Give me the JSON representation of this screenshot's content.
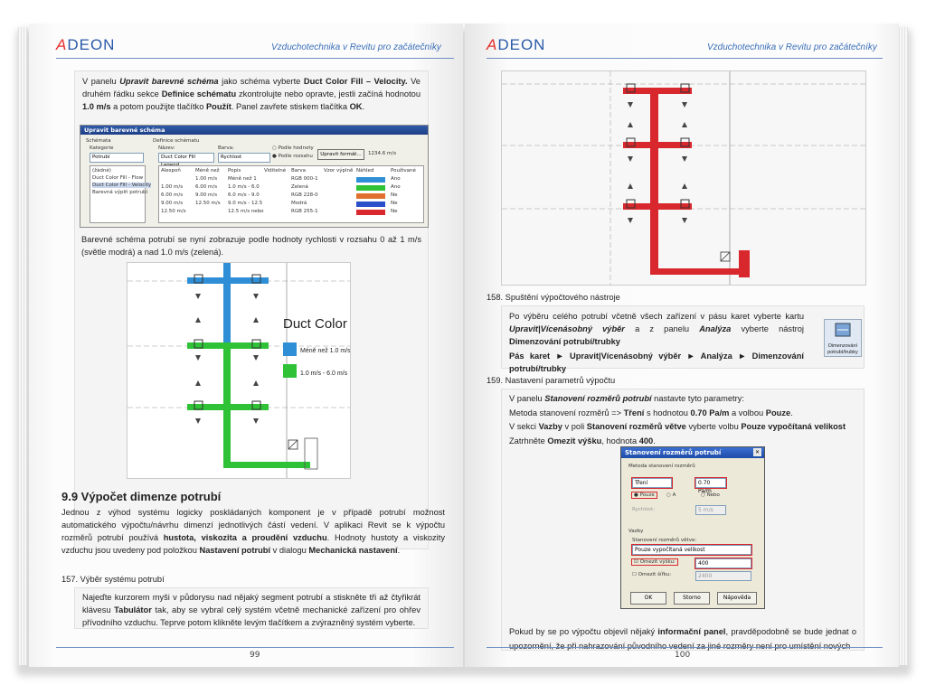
{
  "header": {
    "logo_a": "A",
    "logo_rest": "DEON",
    "running_title": "Vzduchotechnika v Revitu pro začátečníky"
  },
  "left": {
    "intro": {
      "t1": "V panelu ",
      "b1": "Upravit barevné schéma",
      "t2": " jako schéma vyberte ",
      "b2": "Duct Color Fill – Velocity.",
      "t3": " Ve druhém řádku sekce ",
      "b3": "Definice schématu",
      "t4": " zkontrolujte nebo opravte, jestli začíná hodnotou ",
      "b4": "1.0 m/s",
      "t5": " a potom použijte tlačítko ",
      "b5": "Použít",
      "t6": ". Panel zavřete stiskem tlačítka ",
      "b6": "OK",
      "t7": "."
    },
    "scheme_window": {
      "title": "Upravit barevné schéma",
      "schemata": "Schémata",
      "category": "Kategorie",
      "category_value": "Potrubí",
      "list": [
        "(žádné)",
        "Duct Color Fill - Flow",
        "Duct Color Fill - Velocity",
        "Barevná výplň potrubí"
      ],
      "definition": "Definice schématu",
      "name_label": "Název:",
      "name_value": "Duct Color Fill Legend",
      "color_label": "Barva:",
      "color_value": "Rychlost",
      "by_value": "Podle hodnoty",
      "by_range": "Podle rozsahu",
      "edit_format": "Upravit formát...",
      "format_value": "1234.6 m/s",
      "columns": [
        "Alespoň",
        "Méně než",
        "Popis",
        "Viditelné",
        "Barva",
        "Vzor výplně",
        "Náhled",
        "Používané"
      ],
      "rows": [
        [
          "",
          "1.00 m/s",
          "Méně než 1",
          "",
          "RGB 000-1",
          "",
          "",
          "Ano"
        ],
        [
          "1.00 m/s",
          "6.00 m/s",
          "1.0 m/s - 6.0",
          "",
          "Zelená",
          "",
          "",
          "Ano"
        ],
        [
          "6.00 m/s",
          "9.00 m/s",
          "6.0 m/s - 9.0",
          "",
          "RGB 228-0",
          "",
          "",
          "Ne"
        ],
        [
          "9.00 m/s",
          "12.50 m/s",
          "9.0 m/s - 12.5",
          "",
          "Modrá",
          "",
          "",
          "Ne"
        ],
        [
          "12.50 m/s",
          "",
          "12.5 m/s nebo",
          "",
          "RGB 255-1",
          "",
          "",
          "Ne"
        ]
      ]
    },
    "para2": "Barevné schéma potrubí se nyní zobrazuje podle hodnoty rychlosti v rozsahu 0 až 1 m/s (světle modrá) a nad 1.0 m/s (zelená).",
    "legend": {
      "title": "Duct Color",
      "item1": "Méně než 1.0 m/s",
      "item2": "1.0 m/s - 6.0 m/s"
    },
    "section_title": "9.9  Výpočet dimenze potrubí",
    "section_para": {
      "t1": "Jednou z výhod systému logicky poskládaných komponent je v případě potrubí možnost automatického výpočtu/návrhu dimenzí jednotlivých částí vedení. V aplikaci Revit se k výpočtu rozměrů potrubí používá ",
      "b1": "hustota, viskozita a proudění vzduchu",
      "t2": ". Hodnoty hustoty a viskozity vzduchu jsou uvedeny pod položkou ",
      "b2": "Nastavení potrubí",
      "t3": " v dialogu ",
      "b3": "Mechanická nastavení",
      "t4": "."
    },
    "step157": "157.  Výběr systému potrubí",
    "step157_box": {
      "t1": "Najeďte kurzorem myši v půdorysu nad nějaký segment potrubí a stiskněte tři až čtyřikrát klávesu ",
      "b1": "Tabulátor",
      "t2": " tak, aby se vybral celý systém včetně mechanické zařízení pro ohřev přívodního vzduchu. Tepr­ve potom klikněte levým tlačítkem a zvýrazněný systém vyberte."
    },
    "page_number": "99"
  },
  "right": {
    "step158": "158.  Spuštění výpočtového nástroje",
    "step158_box": {
      "t1": "Po výběru celého potrubí včetně všech zařízení v pásu karet vyberte kartu ",
      "b1": "Upravit|Vícenásobný výběr",
      "t2": " a z panelu ",
      "b2": "Analýza",
      "t3": " vyberte nástroj ",
      "b3": "Dimenzování potrubí/trubky",
      "path": "Pás karet ► Upravit|Vícenásobný výběr ► Analýza ► Dimenzování potrubí/trubky",
      "tool_label": "Dimenzování potrubí/trubky"
    },
    "step159": "159.  Nastavení parametrů výpočtu",
    "step159_box": {
      "l1a": "V panelu ",
      "l1b": "Stanovení rozměrů potrubí",
      "l1c": " nastavte tyto parametry:",
      "l2a": "Metoda stanovení rozměrů => ",
      "l2b": "Tření",
      "l2c": " s hodnotou ",
      "l2d": "0.70 Pa/m",
      "l2e": " a volbou ",
      "l2f": "Pouze",
      "l2g": ".",
      "l3a": "V sekci ",
      "l3b": "Vazby",
      "l3c": " v poli ",
      "l3d": "Stanovení rozměrů větve",
      "l3e": " vyberte volbu ",
      "l3f": "Pouze vypočítaná velikost",
      "l4a": "Zatrhněte ",
      "l4b": "Omezit výšku",
      "l4c": ", hodnota ",
      "l4d": "400",
      "l4e": "."
    },
    "dialog": {
      "title": "Stanovení rozměrů potrubí",
      "close": "✕",
      "method_group": "Metoda stanovení rozměrů",
      "method_value": "Tření",
      "method_amount": "0.70 Pa/m",
      "opt_only": "Pouze",
      "opt_and": "A",
      "opt_or": "Nebo",
      "speed_label": "Rychlost:",
      "speed_value": "5 m/s",
      "constraints": "Vazby",
      "branch_label": "Stanovení rozměrů větve:",
      "branch_value": "Pouze vypočítaná velikost",
      "limit_height": "Omezit výšku:",
      "height_value": "400",
      "limit_width": "Omezit šířku:",
      "width_value": "2400",
      "ok": "OK",
      "cancel": "Storno",
      "help": "Nápověda"
    },
    "para_final": {
      "t1": "Pokud by se po výpočtu objevil nějaký ",
      "b1": "informační panel",
      "t2": ", pravděpodobně se bude jednat o upozornění, že při nahrazování původního vedení za jiné rozměry není pro umístění nových"
    },
    "page_number": "100"
  },
  "colors": {
    "accent_blue": "#2a5aa8",
    "logo_red": "#e2312e",
    "duct_red": "#d8272d",
    "duct_green": "#2fc237",
    "duct_blue": "#2f8fd6"
  }
}
